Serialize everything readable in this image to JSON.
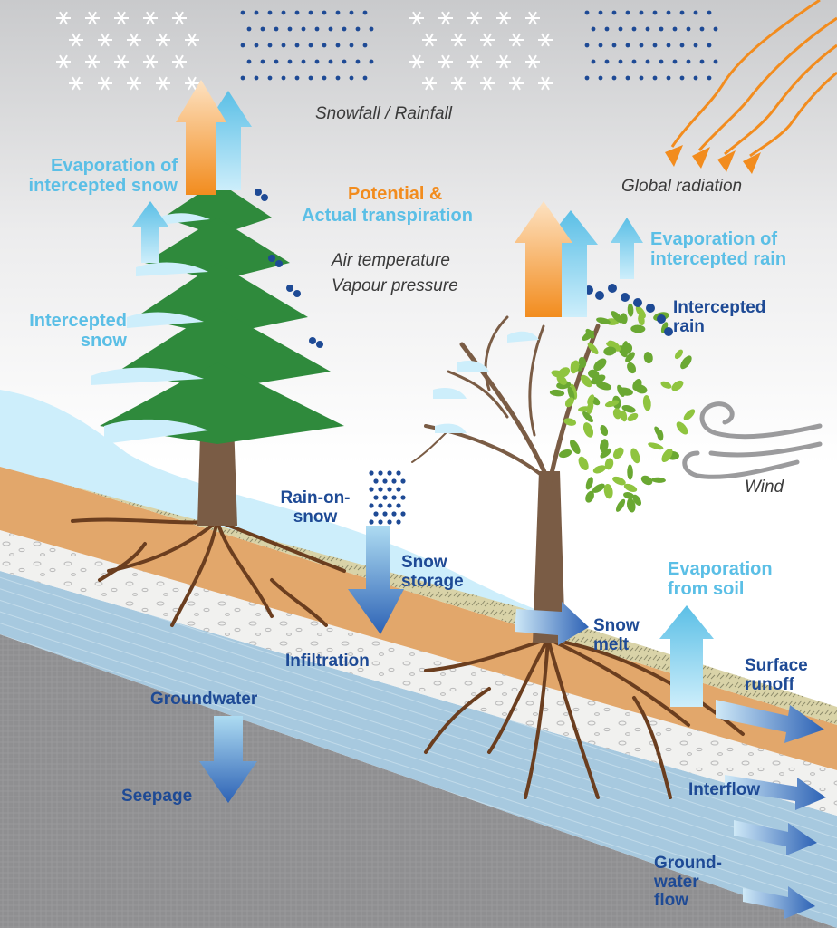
{
  "labels": {
    "snowfall_rainfall": "Snowfall / Rainfall",
    "global_radiation": "Global radiation",
    "evap_intercepted_snow": "Evaporation of\nintercepted snow",
    "potential_actual_transpiration_1": "Potential &",
    "potential_actual_transpiration_2": "Actual transpiration",
    "air_temp_vapour": "Air temperature\nVapour pressure",
    "evap_intercepted_rain": "Evaporation of\nintercepted rain",
    "intercepted_snow": "Intercepted\nsnow",
    "intercepted_rain": "Intercepted\nrain",
    "wind": "Wind",
    "rain_on_snow": "Rain-on-\nsnow",
    "snow_storage": "Snow\nstorage",
    "snow_melt": "Snow\nmelt",
    "evap_from_soil": "Evaporation\nfrom soil",
    "surface_runoff": "Surface\nrunoff",
    "infiltration": "Infiltration",
    "groundwater": "Groundwater",
    "seepage": "Seepage",
    "interflow": "Interflow",
    "groundwater_flow": "Ground-\nwater\nflow"
  },
  "colors": {
    "process_dark": "#1e4a95",
    "process_light": "#5bbfe6",
    "transpiration_orange": "#f28c1e",
    "snow": "#cdeefb",
    "conifer": "#2f8a3c",
    "deciduous": "#8fc43f",
    "trunk": "#7a5c45",
    "soil": "#e2a76b",
    "bedrock": "#8d8d8f",
    "groundwater_layer": "#a7c9df"
  }
}
